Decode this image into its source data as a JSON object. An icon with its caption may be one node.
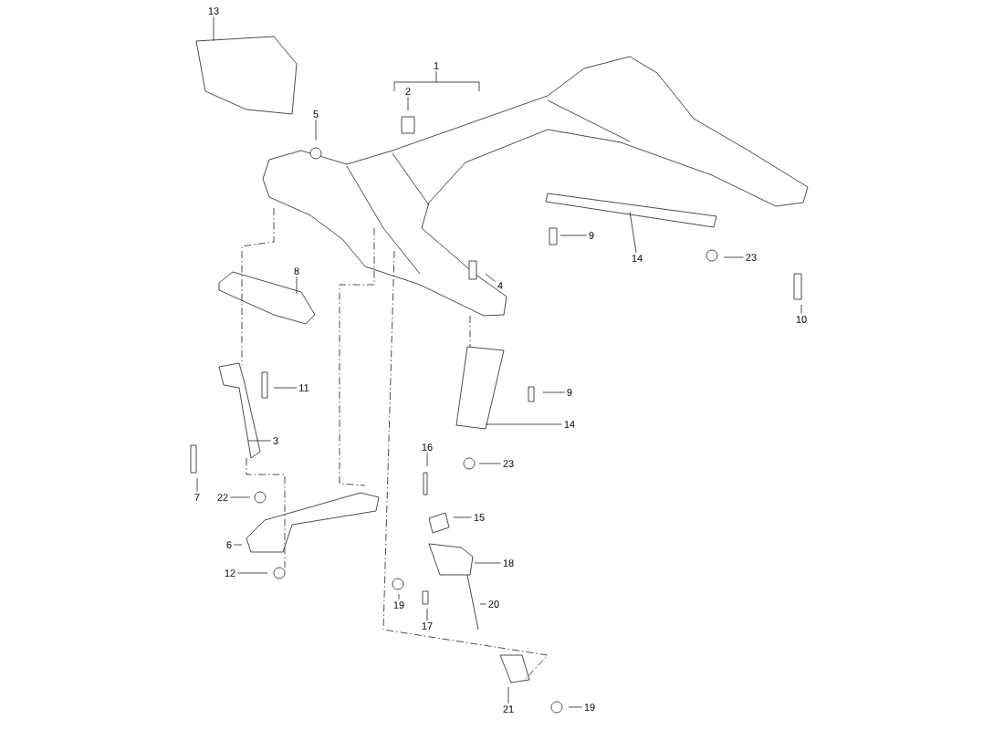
{
  "diagram": {
    "nodes": [
      {
        "text": [
          "13"
        ]
      },
      {
        "text": [
          "1"
        ]
      },
      {
        "text": [
          "2"
        ]
      },
      {
        "text": [
          "5"
        ]
      },
      {
        "text": [
          "4"
        ]
      },
      {
        "text": [
          "9"
        ]
      },
      {
        "text": [
          "14"
        ]
      },
      {
        "text": [
          "23"
        ]
      },
      {
        "text": [
          "10"
        ]
      },
      {
        "text": [
          "8"
        ]
      },
      {
        "text": [
          "11"
        ]
      },
      {
        "text": [
          "3"
        ]
      },
      {
        "text": [
          "7"
        ]
      },
      {
        "text": [
          "22"
        ]
      },
      {
        "text": [
          "6"
        ]
      },
      {
        "text": [
          "12"
        ]
      },
      {
        "text": [
          "9"
        ]
      },
      {
        "text": [
          "14"
        ]
      },
      {
        "text": [
          "23"
        ]
      },
      {
        "text": [
          "16"
        ]
      },
      {
        "text": [
          "15"
        ]
      },
      {
        "text": [
          "18"
        ]
      },
      {
        "text": [
          "19"
        ]
      },
      {
        "text": [
          "17"
        ]
      },
      {
        "text": [
          "20"
        ]
      },
      {
        "text": [
          "21"
        ]
      },
      {
        "text": [
          "19"
        ]
      }
    ],
    "edges": [
      {
        "from": 0,
        "to": null,
        "arrow": "none"
      },
      {
        "from": 1,
        "to": null,
        "arrow": "none"
      },
      {
        "from": 2,
        "to": null,
        "arrow": "none"
      },
      {
        "from": 3,
        "to": null,
        "arrow": "none"
      },
      {
        "from": 4,
        "to": null,
        "arrow": "none"
      },
      {
        "from": 5,
        "to": null,
        "arrow": "none"
      },
      {
        "from": 6,
        "to": null,
        "arrow": "none"
      },
      {
        "from": 7,
        "to": null,
        "arrow": "none"
      },
      {
        "from": 8,
        "to": null,
        "arrow": "none"
      },
      {
        "from": 9,
        "to": null,
        "arrow": "none"
      },
      {
        "from": 10,
        "to": null,
        "arrow": "none"
      },
      {
        "from": 11,
        "to": null,
        "arrow": "none"
      },
      {
        "from": 12,
        "to": null,
        "arrow": "none"
      },
      {
        "from": 13,
        "to": null,
        "arrow": "none"
      },
      {
        "from": 14,
        "to": null,
        "arrow": "none"
      },
      {
        "from": 15,
        "to": null,
        "arrow": "none"
      },
      {
        "from": 16,
        "to": null,
        "arrow": "none"
      },
      {
        "from": 17,
        "to": null,
        "arrow": "none"
      },
      {
        "from": 18,
        "to": null,
        "arrow": "none"
      },
      {
        "from": 19,
        "to": null,
        "arrow": "none"
      },
      {
        "from": 20,
        "to": null,
        "arrow": "none"
      },
      {
        "from": 21,
        "to": null,
        "arrow": "none"
      },
      {
        "from": 22,
        "to": null,
        "arrow": "none"
      },
      {
        "from": 23,
        "to": null,
        "arrow": "none"
      },
      {
        "from": 24,
        "to": null,
        "arrow": "none"
      },
      {
        "from": 25,
        "to": null,
        "arrow": "none"
      },
      {
        "from": 26,
        "to": null,
        "arrow": "none"
      }
    ]
  }
}
